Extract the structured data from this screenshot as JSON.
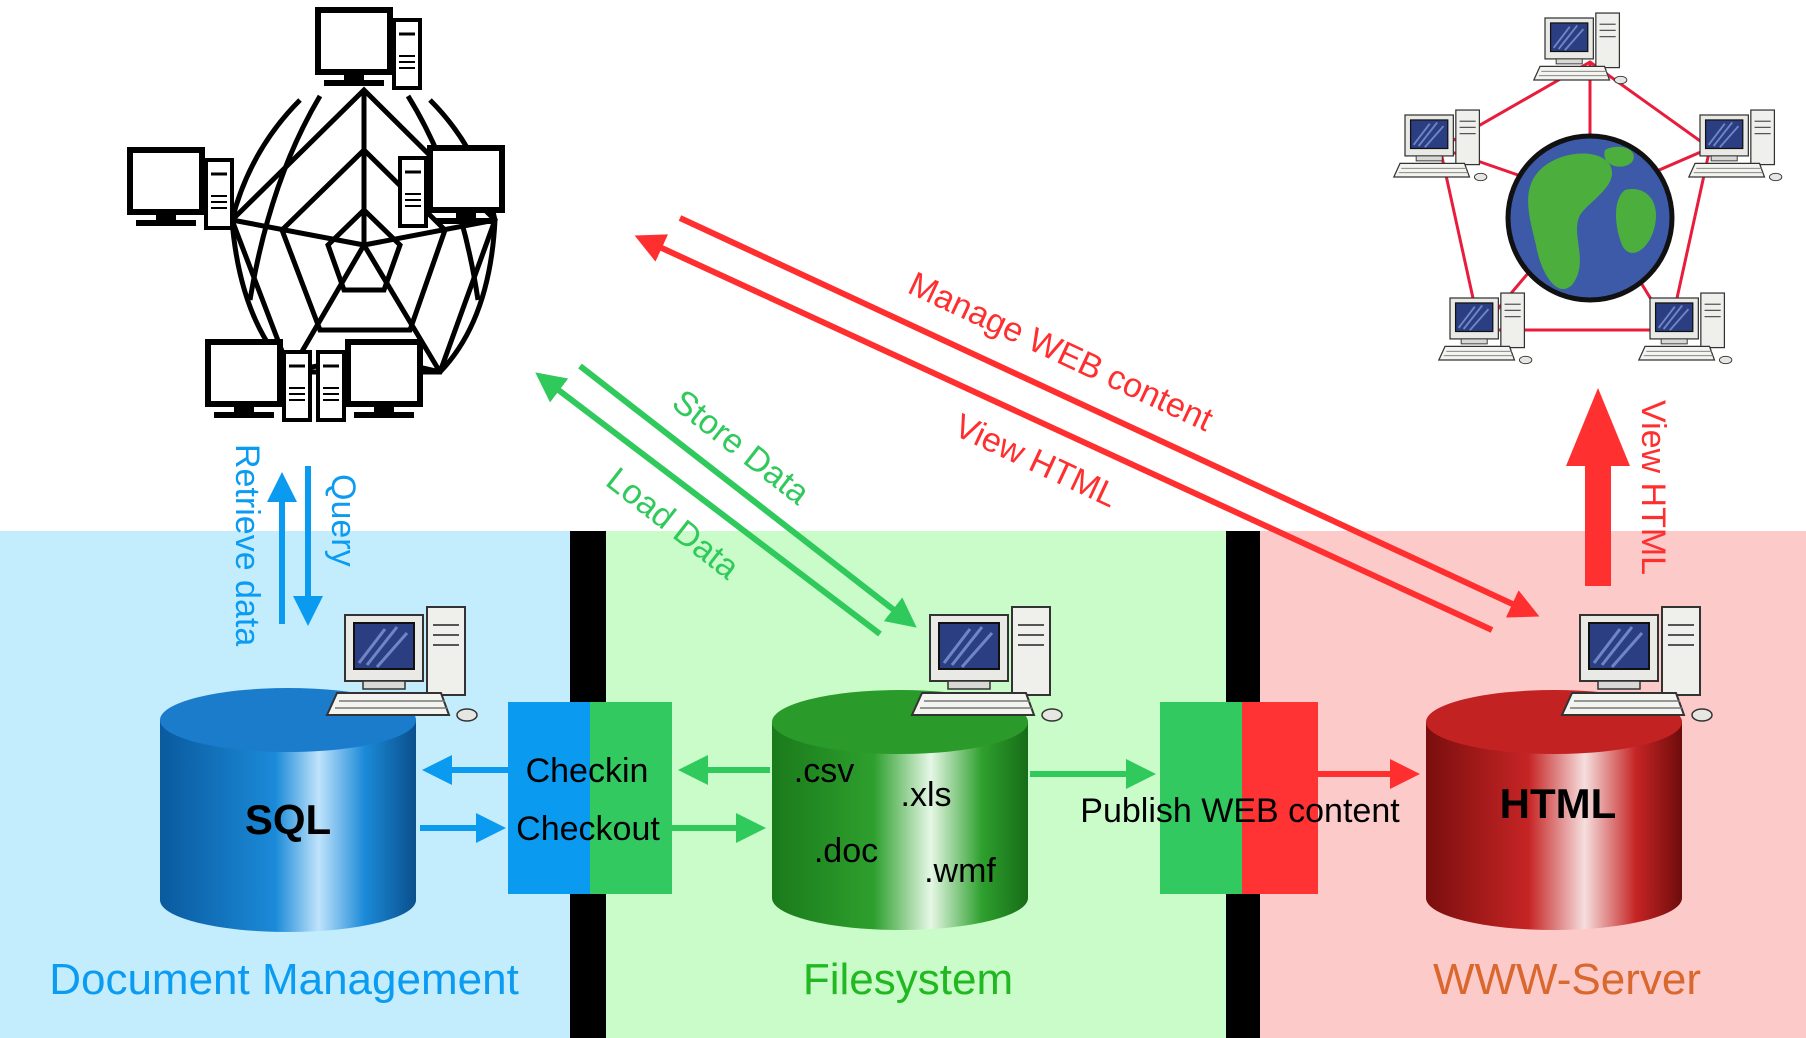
{
  "zones": [
    {
      "id": "document-management",
      "label": "Document Management",
      "bg": "#c3ecfd",
      "label_color": "#0b9cf2"
    },
    {
      "id": "filesystem",
      "label": "Filesystem",
      "bg": "#c9fcc9",
      "label_color": "#22b822"
    },
    {
      "id": "www-server",
      "label": "WWW-Server",
      "bg": "#fdcaca",
      "label_color": "#d9682f"
    }
  ],
  "databases": {
    "sql": {
      "label": "SQL",
      "color": "#0e75c2"
    },
    "files": {
      "labels": [
        ".csv",
        ".xls",
        ".doc",
        ".wmf"
      ],
      "color": "#1f9a1f"
    },
    "html": {
      "label": "HTML",
      "color": "#c21e1e"
    }
  },
  "connectors": {
    "checkin": "Checkin",
    "checkout": "Checkout",
    "publish": "Publish WEB content"
  },
  "flows": {
    "retrieve": "Retrieve data",
    "query": "Query",
    "store": "Store Data",
    "load": "Load Data",
    "manage": "Manage WEB content",
    "view_html_diag": "View HTML",
    "view_html_vert": "View HTML"
  },
  "colors": {
    "blue": "#0a9af0",
    "green": "#2fc95c",
    "red": "#ff2f2f",
    "divider": "#000000",
    "globe_ocean": "#3d5aa8",
    "globe_land": "#4caf3d"
  }
}
